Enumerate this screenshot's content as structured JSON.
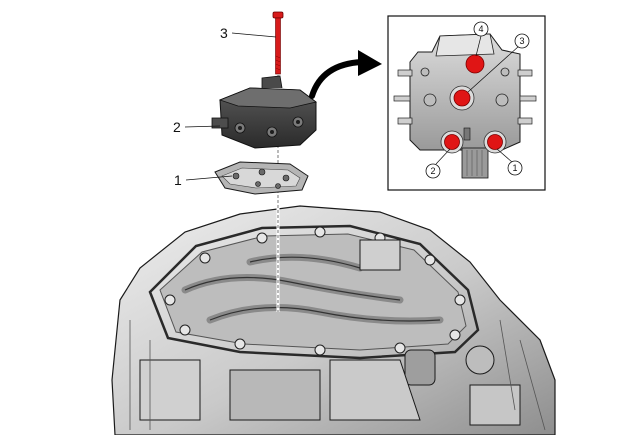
{
  "diagram": {
    "callouts": [
      {
        "id": "c1",
        "text": "1"
      },
      {
        "id": "c2",
        "text": "2"
      },
      {
        "id": "c3",
        "text": "3"
      }
    ],
    "inset_callouts": [
      {
        "id": "i1",
        "text": "1"
      },
      {
        "id": "i2",
        "text": "2"
      },
      {
        "id": "i3",
        "text": "3"
      },
      {
        "id": "i4",
        "text": "4"
      }
    ],
    "colors": {
      "bolt": "#d81b1b",
      "seal": "#e01515",
      "metal_light": "#d8d8d8",
      "metal_mid": "#a9a9a9",
      "metal_dark": "#3c3c3c",
      "outline": "#1a1a1a",
      "arrow": "#000000"
    }
  }
}
